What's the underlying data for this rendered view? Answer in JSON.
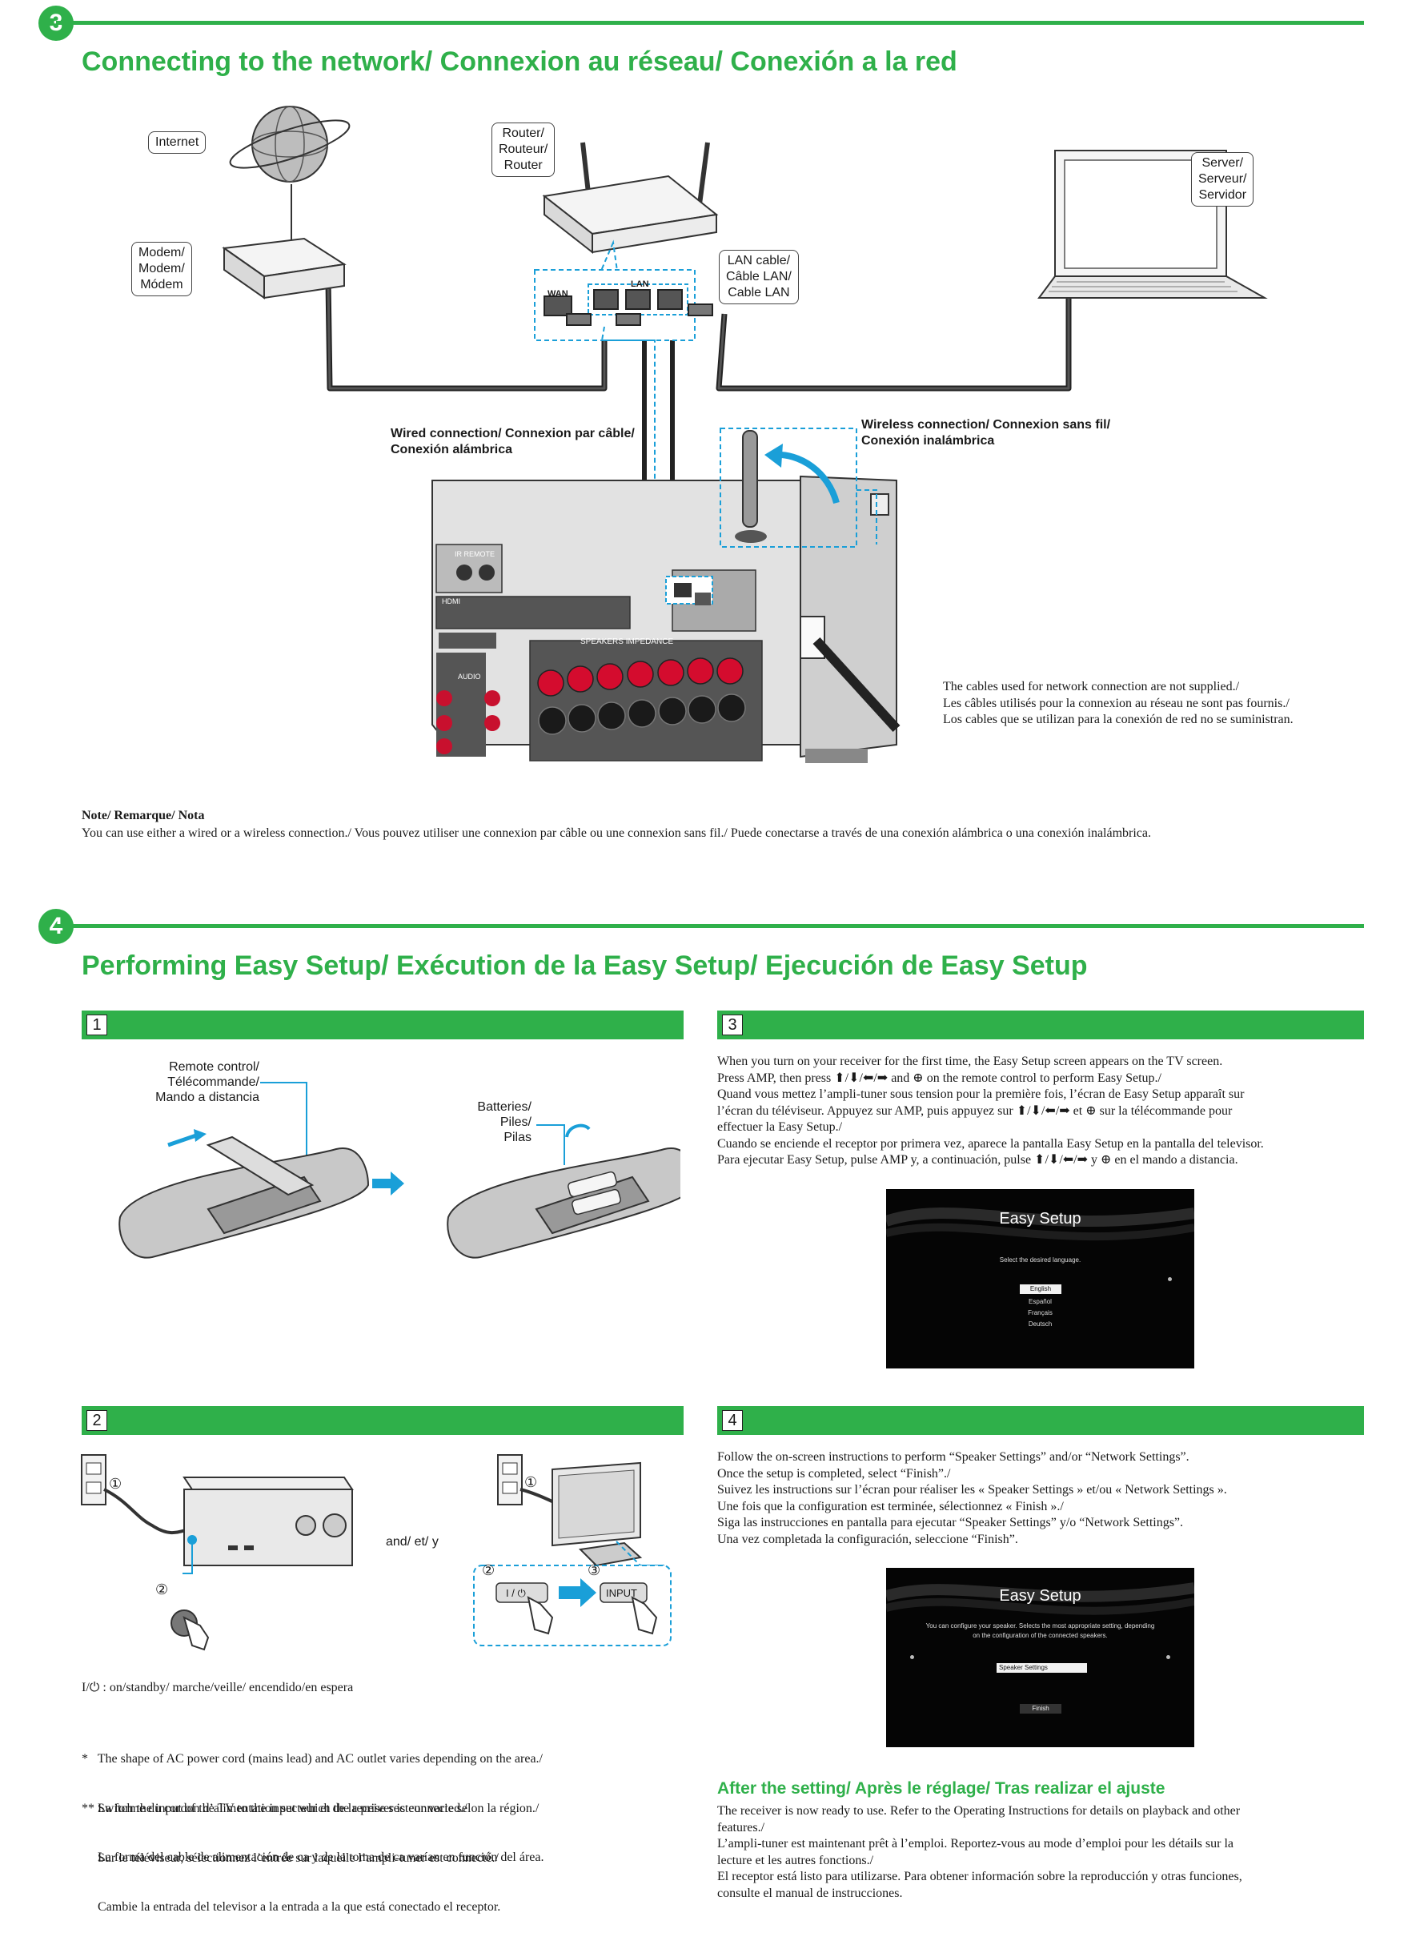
{
  "section3": {
    "number": "3",
    "title": "Connecting to the network/ Connexion au réseau/ Conexión a la red",
    "labels": {
      "internet": "Internet",
      "modem": "Modem/\nModem/\nMódem",
      "router": "Router/\nRouteur/\nRouter",
      "server": "Server/\nServeur/\nServidor",
      "lan_cable": "LAN cable/\nCâble LAN/\nCable LAN",
      "wan": "WAN",
      "lan": "LAN",
      "wired_line1": "Wired connection/ Connexion par câble/",
      "wired_line2": "Conexión alámbrica",
      "wireless_line1": "Wireless connection/ Connexion sans fil/",
      "wireless_line2": "Conexión inalámbrica",
      "ir_remote": "IR REMOTE",
      "hdmi": "HDMI",
      "audio": "AUDIO",
      "speakers": "SPEAKERS   IMPEDANCE"
    },
    "cables_note": [
      "The cables used for network connection are not supplied./",
      "Les câbles utilisés pour la connexion au réseau ne sont pas fournis./",
      "Los cables que se utilizan para la conexión de red no se suministran."
    ],
    "note_heading": "Note/ Remarque/ Nota",
    "note_text": "You can use either a wired or a wireless connection./ Vous pouvez utiliser une connexion par câble ou une connexion sans fil./ Puede conectarse a través de una conexión alámbrica o una conexión inalámbrica."
  },
  "section4": {
    "number": "4",
    "title": "Performing Easy Setup/ Exécution de la Easy Setup/ Ejecución de Easy Setup",
    "panel1": {
      "number": "1",
      "remote_label": "Remote control/\nTélécommande/\nMando a distancia",
      "batteries_label": "Batteries/\nPiles/\nPilas"
    },
    "panel2": {
      "number": "2",
      "and_label": "and/ et/ y",
      "mark1": "①",
      "mark2": "②",
      "mark3": "③",
      "power_symbol": "I / ⏻",
      "input_label": "INPUT",
      "legend": "I/⏻ : on/standby/ marche/veille/ encendido/en espera",
      "footnote1": [
        "*   The shape of AC power cord (mains lead) and AC outlet varies depending on the area./",
        "     La forme du cordon d’alimentation secteur et de la prise secteur varie selon la région./",
        "     La forma del cable de alimentación de ca y de la toma de ca varían en función del área."
      ],
      "footnote2": [
        "** Switch the input of the TV to the input which the receiver is connected./",
        "     Sur le téléviseur, sélectionnez l’entrée sur laquelle l’ampli-tuner est connecté./",
        "     Cambie la entrada del televisor a la entrada a la que está conectado el receptor."
      ]
    },
    "panel3": {
      "number": "3",
      "text": [
        "When you turn on your receiver for the first time, the Easy Setup screen appears on the TV screen.",
        "Press AMP, then press ⬆/⬇/⬅/➡ and ⊕ on the remote control to perform Easy Setup./",
        "Quand vous mettez l’ampli-tuner sous tension pour la première fois, l’écran de Easy Setup apparaît sur",
        "l’écran du téléviseur. Appuyez sur AMP, puis appuyez sur ⬆/⬇/⬅/➡ et ⊕ sur la télécommande pour",
        "effectuer la Easy Setup./",
        "Cuando se enciende el receptor por primera vez, aparece la pantalla Easy Setup en la pantalla del televisor.",
        "Para ejecutar Easy Setup, pulse AMP y, a continuación, pulse ⬆/⬇/⬅/➡ y ⊕ en el mando a distancia."
      ],
      "screen": {
        "title": "Easy Setup",
        "prompt": "Select the desired language.",
        "languages": [
          "English",
          "Español",
          "Français",
          "Deutsch"
        ]
      }
    },
    "panel4": {
      "number": "4",
      "text": [
        "Follow the on-screen instructions to perform “Speaker Settings” and/or “Network Settings”.",
        "Once the setup is completed, select “Finish”./",
        "Suivez les instructions sur l’écran pour réaliser les « Speaker Settings » et/ou « Network Settings ».",
        "Une fois que la configuration est terminée, sélectionnez « Finish »./",
        "Siga las instrucciones en pantalla para ejecutar “Speaker Settings” y/o “Network Settings”.",
        "Una vez completada la configuración, seleccione “Finish”."
      ],
      "screen": {
        "title": "Easy Setup",
        "line1": "You can configure your speaker. Selects the most appropriate setting, depending",
        "line2": "on the configuration of the connected speakers.",
        "option": "Speaker Settings",
        "finish": "Finish"
      }
    },
    "after": {
      "heading": "After the setting/ Après le réglage/ Tras realizar el ajuste",
      "text": [
        "The receiver is now ready to use. Refer to the Operating Instructions for details on playback and other",
        "features./",
        "L’ampli-tuner est maintenant prêt à l’emploi. Reportez-vous au mode d’emploi pour les détails sur la",
        "lecture et les autres fonctions./",
        "El receptor está listo para utilizarse. Para obtener información sobre la reproducción y otras funciones,",
        "consulte el manual de instrucciones."
      ]
    }
  }
}
